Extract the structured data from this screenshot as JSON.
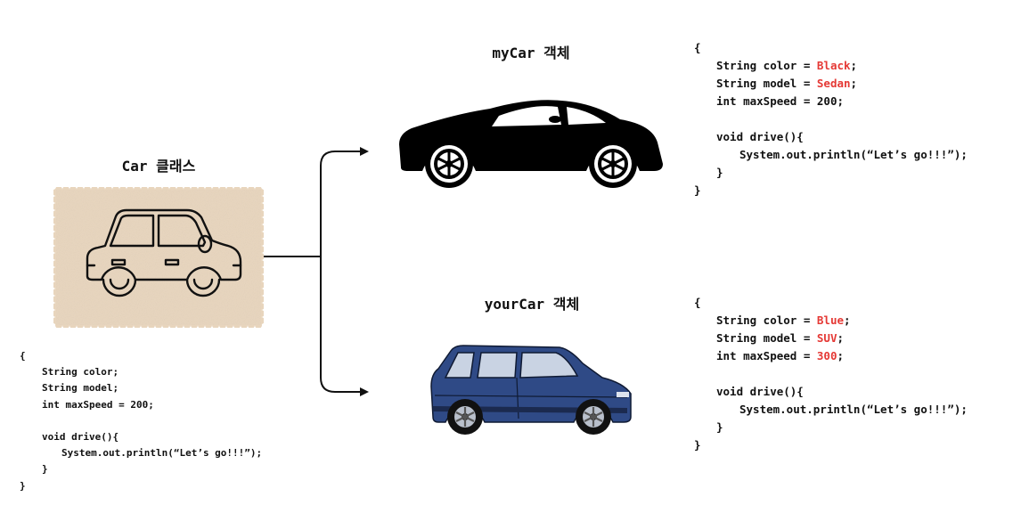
{
  "class_diagram": {
    "title": "Car 클래스",
    "code": {
      "open": "{",
      "fields": [
        "String color;",
        "String model;",
        "int maxSpeed = 200;"
      ],
      "method_signature": "void drive(){",
      "method_body": "System.out.println(“Let’s go!!!”);",
      "method_close": "}",
      "close": "}"
    }
  },
  "objects": [
    {
      "title": "myCar 객체",
      "code": {
        "open": "{",
        "color_prefix": "String color = ",
        "color_value": "Black",
        "model_prefix": "String model = ",
        "model_value": "Sedan",
        "speed_prefix": "int maxSpeed = ",
        "speed_value": "200",
        "speed_highlighted": false,
        "terminator": ";",
        "method_signature": "void drive(){",
        "method_body": "System.out.println(“Let’s go!!!”);",
        "method_close": "}",
        "close": "}"
      }
    },
    {
      "title": "yourCar 객체",
      "code": {
        "open": "{",
        "color_prefix": "String color = ",
        "color_value": "Blue",
        "model_prefix": "String model = ",
        "model_value": "SUV",
        "speed_prefix": "int maxSpeed = ",
        "speed_value": "300",
        "speed_highlighted": true,
        "terminator": ";",
        "method_signature": "void drive(){",
        "method_body": "System.out.println(“Let’s go!!!”);",
        "method_close": "}",
        "close": "}"
      }
    }
  ],
  "colors": {
    "highlight": "#e53935",
    "stamp_bg": "#e8d5bd",
    "sedan": "#000000",
    "wagon": "#2f4a86"
  },
  "icons": {
    "class_car": "outline-car-icon",
    "sedan": "black-sedan-icon",
    "wagon": "blue-wagon-icon"
  }
}
